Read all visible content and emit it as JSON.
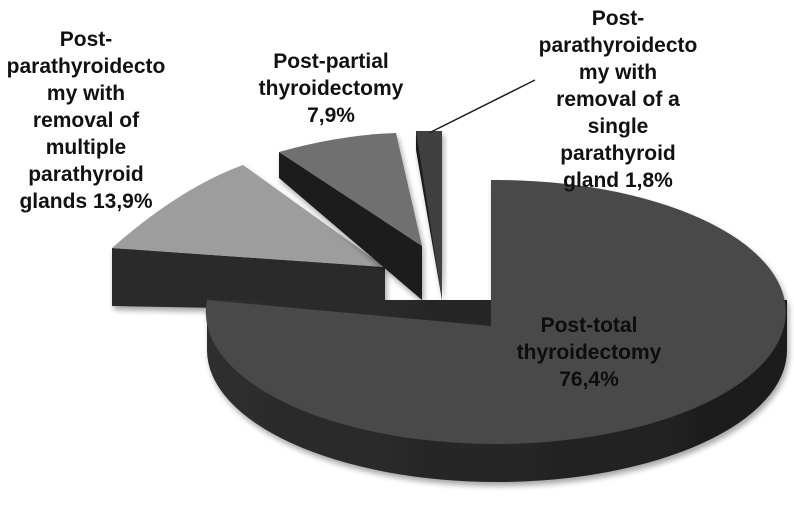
{
  "chart_data": {
    "type": "pie",
    "style": "3d-exploded",
    "title": "",
    "categories": [
      "Post-total thyroidectomy",
      "Post-parathyroidectomy with removal of multiple parathyroid glands",
      "Post-partial thyroidectomy",
      "Post-parathyroidectomy with removal of a single parathyroid gland"
    ],
    "values": [
      76.4,
      13.9,
      7.9,
      1.8
    ],
    "unit": "%",
    "colors": [
      "#4a4a4a",
      "#9a9a9a",
      "#6e6e6e",
      "#3c3c3c"
    ],
    "legend": "none (data labels)",
    "labels": [
      {
        "text": "Post-total\nthyroidectomy\n76,4%"
      },
      {
        "text": "Post-\nparathyroidecto\nmy with\nremoval of\nmultiple\nparathyroid\nglands 13,9%"
      },
      {
        "text": "Post-partial\nthyroidectomy\n7,9%"
      },
      {
        "text": "Post-\nparathyroidecto\nmy with\nremoval of a\nsingle\nparathyroid\ngland  1,8%"
      }
    ]
  }
}
